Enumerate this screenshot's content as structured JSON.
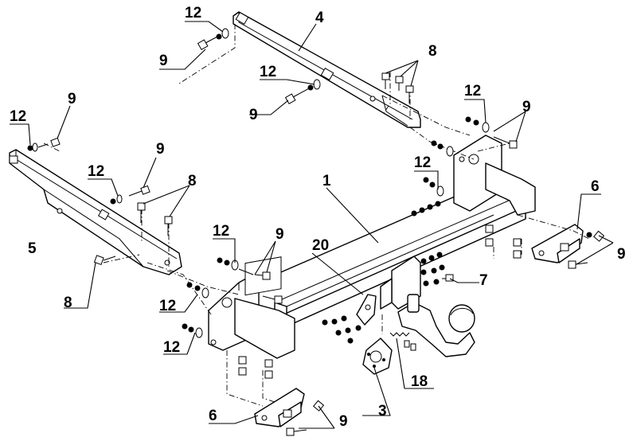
{
  "callouts": {
    "c1": "1",
    "c3": "3",
    "c4": "4",
    "c5": "5",
    "c6a": "6",
    "c6b": "6",
    "c7": "7",
    "c8a": "8",
    "c8b": "8",
    "c8c": "8",
    "c9a": "9",
    "c9b": "9",
    "c9c": "9",
    "c9d": "9",
    "c9e": "9",
    "c9f": "9",
    "c9g": "9",
    "c9h": "9",
    "c12a": "12",
    "c12b": "12",
    "c12c": "12",
    "c12d": "12",
    "c12e": "12",
    "c12f": "12",
    "c12g": "12",
    "c12h": "12",
    "c12i": "12",
    "c18": "18",
    "c20": "20"
  }
}
